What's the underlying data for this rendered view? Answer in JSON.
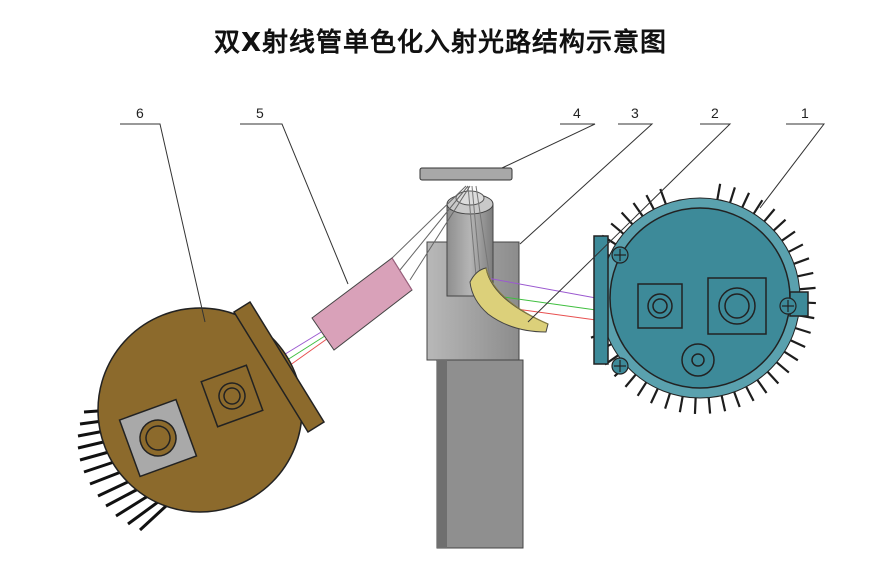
{
  "title": "双X射线管单色化入射光路结构示意图",
  "callouts": {
    "c1": "1",
    "c2": "2",
    "c3": "3",
    "c4": "4",
    "c5": "5",
    "c6": "6"
  },
  "colors": {
    "tube_body": "#3d8a99",
    "detector_body": "#8c6a2c",
    "crystal": "#d9a1b9",
    "mirror": "#dcd07a",
    "stage": "#9a9a9a",
    "beam_red": "#e85050",
    "beam_green": "#3fbf3f",
    "beam_purple": "#9b59d0"
  }
}
